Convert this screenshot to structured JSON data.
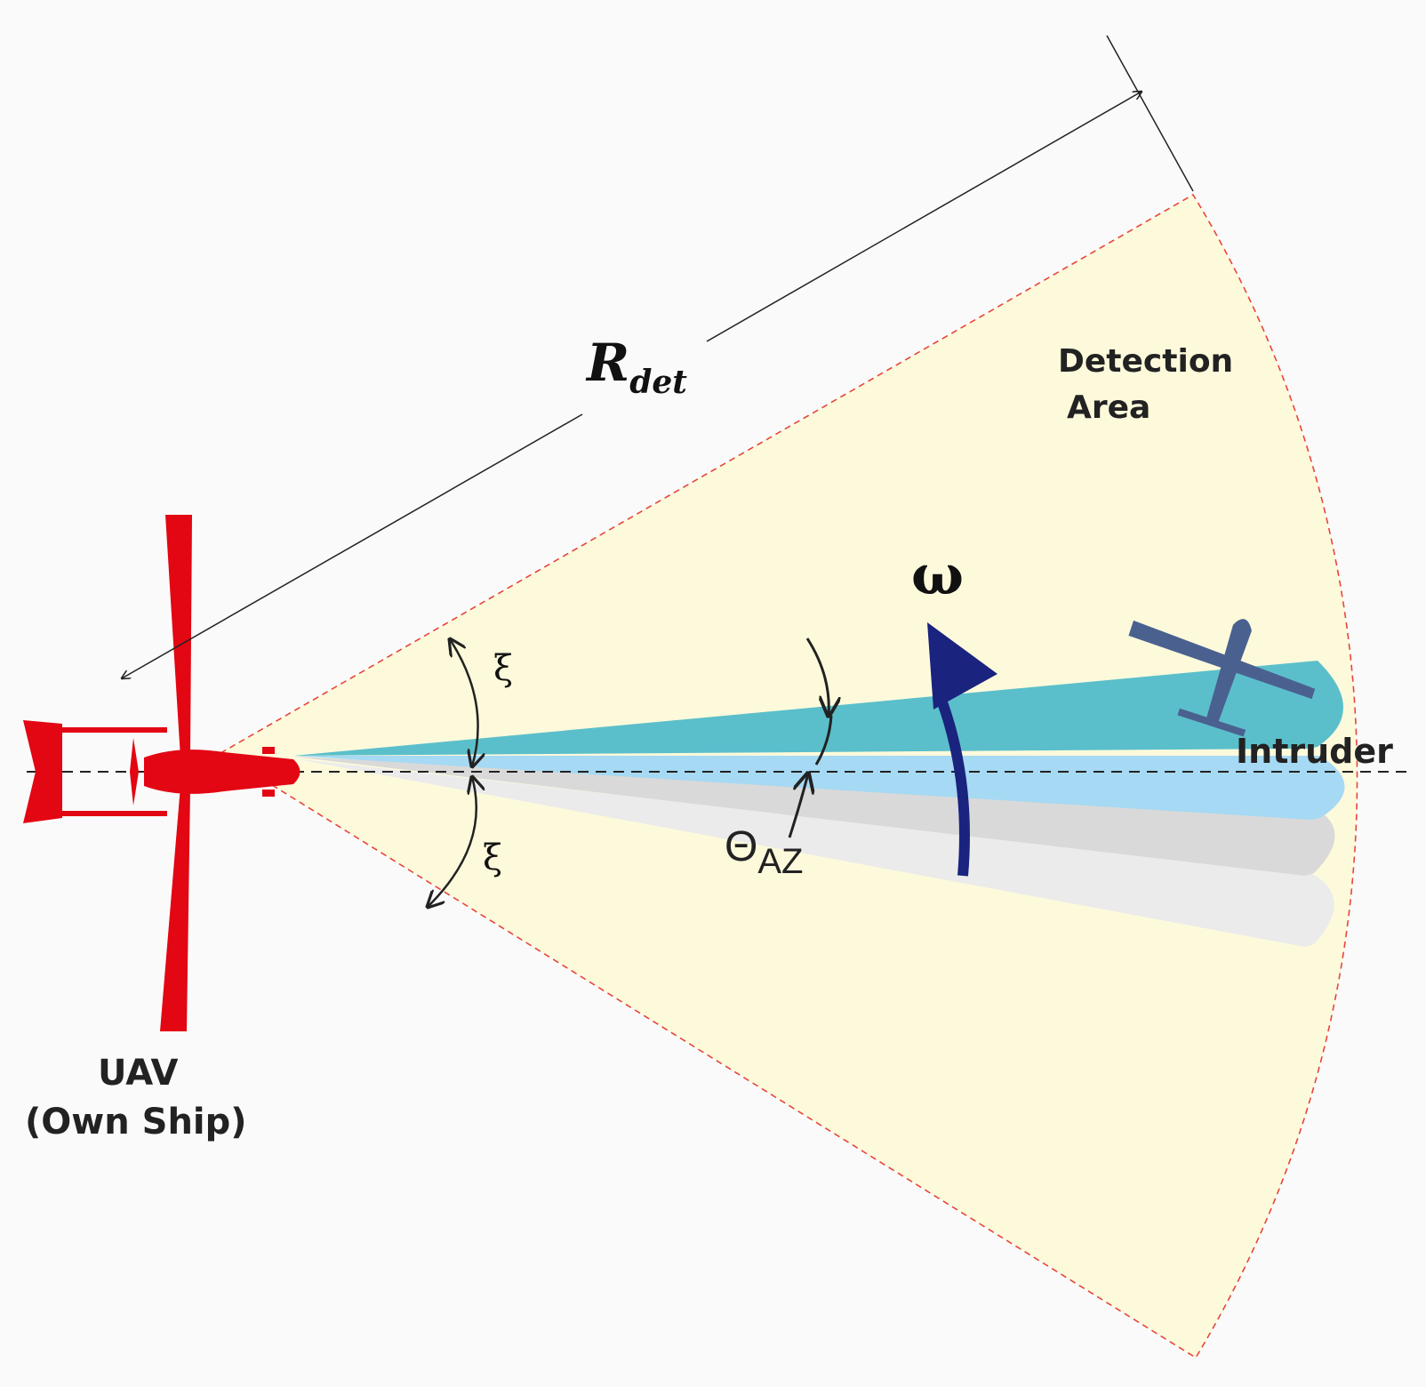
{
  "diagram": {
    "labels": {
      "range_symbol": "R",
      "range_subscript": "det",
      "detection_area_line1": "Detection",
      "detection_area_line2": "Area",
      "omega": "ω",
      "xi_upper": "ξ",
      "xi_lower": "ξ",
      "theta_symbol": "Θ",
      "theta_subscript": "AZ",
      "intruder": "Intruder",
      "uav_line1": "UAV",
      "uav_line2": "(Own Ship)"
    },
    "colors": {
      "detection_area_fill": "#fdfadb",
      "detection_area_edge": "#e8453a",
      "beam_current": "#5bbfcb",
      "beam_centre": "#a6d9f3",
      "beam_past_1": "#d9d9d9",
      "beam_past_2": "#ebebeb",
      "own_ship": "#e30613",
      "intruder": "#4a6190",
      "rotation_arrow": "#1a237e"
    }
  }
}
